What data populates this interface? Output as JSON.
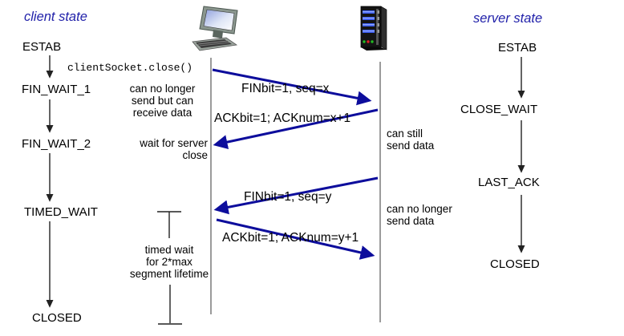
{
  "client": {
    "title": "client state",
    "states": {
      "estab": "ESTAB",
      "fin_wait_1": "FIN_WAIT_1",
      "fin_wait_2": "FIN_WAIT_2",
      "timed_wait": "TIMED_WAIT",
      "closed": "CLOSED"
    },
    "socket_call": "clientSocket.close()",
    "annotations": {
      "after_fin": "can no longer\nsend but can\nreceive data",
      "wait_server": "wait for server\nclose",
      "timed_wait": "timed wait\nfor 2*max\nsegment lifetime"
    }
  },
  "server": {
    "title": "server state",
    "states": {
      "estab": "ESTAB",
      "close_wait": "CLOSE_WAIT",
      "last_ack": "LAST_ACK",
      "closed": "CLOSED"
    },
    "annotations": {
      "can_still": "can still\nsend data",
      "no_longer": "can no longer\nsend data"
    }
  },
  "messages": {
    "fin_x": "FINbit=1, seq=x",
    "ack_x": "ACKbit=1; ACKnum=x+1",
    "fin_y": "FINbit=1, seq=y",
    "ack_y": "ACKbit=1; ACKnum=y+1"
  },
  "icons": {
    "client": "desktop-computer-icon",
    "server": "server-tower-icon"
  },
  "colors": {
    "title_blue": "#2222aa",
    "message_arrow": "#0d0d9c",
    "timeline_gray": "#909090",
    "state_arrow": "#222222"
  }
}
